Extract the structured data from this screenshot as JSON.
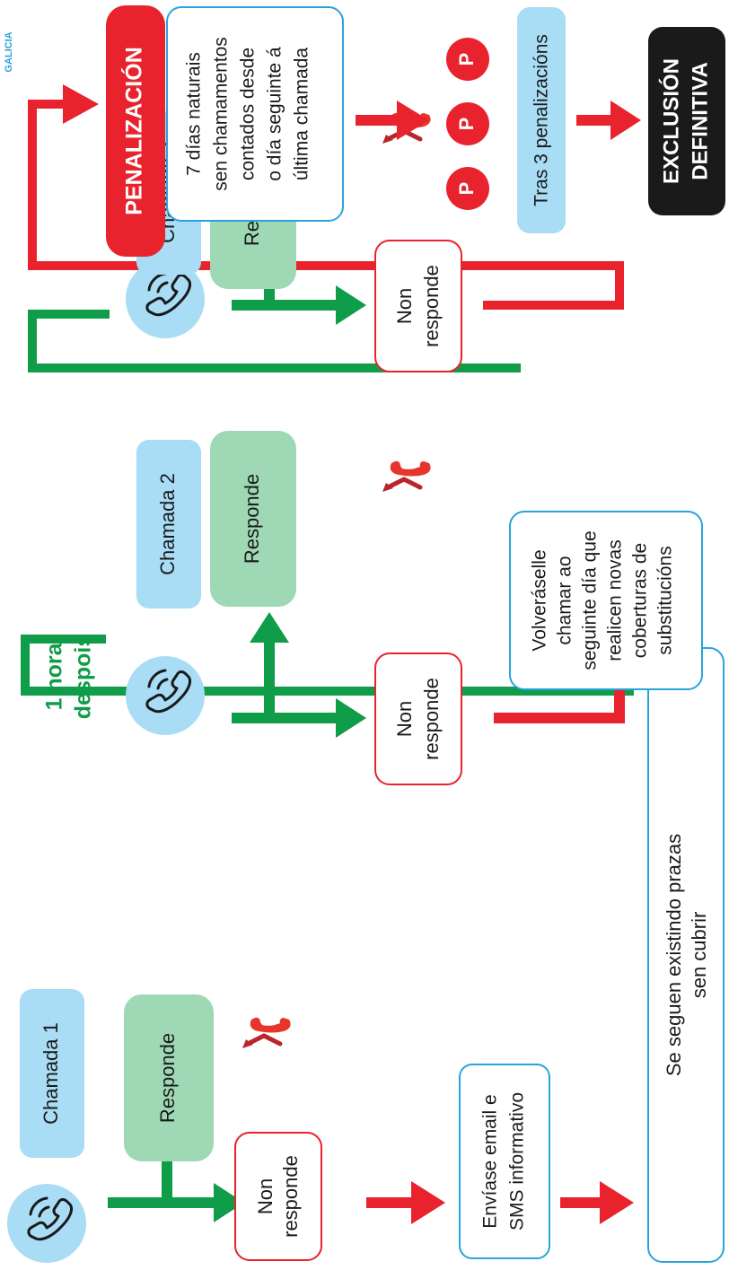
{
  "brand": "GALICIA",
  "colors": {
    "green": "#0f9d4a",
    "red": "#e8232d",
    "light_blue": "#a9dcf5",
    "blue_border": "#2aa3dc",
    "light_green": "#9ed8b4",
    "black": "#1a1a1a",
    "phone_red": "#e8352b",
    "phone_dark_red": "#b8262a"
  },
  "calls": [
    {
      "label": "Chamada 1",
      "answers": "Responde",
      "no_answer": [
        "Non",
        "responde"
      ]
    },
    {
      "label": "Chamada 2",
      "answers": "Responde",
      "no_answer": [
        "Non",
        "responde"
      ]
    },
    {
      "label": "Chamada 3",
      "answers": "Responde",
      "no_answer": [
        "Non",
        "responde"
      ]
    }
  ],
  "email_sms": [
    "Envíase email e",
    "SMS informativo"
  ],
  "still_vacancies": [
    "Se seguen existindo prazas",
    "sen cubrir"
  ],
  "one_hour_later": [
    "1 hora",
    "despois"
  ],
  "call_next_day": [
    "Volveráselle",
    "chamar ao",
    "seguinte día que",
    "realicen novas",
    "coberturas de",
    "substitucións"
  ],
  "penalty": {
    "title": "PENALIZACIÓN",
    "description": [
      "7 días naturais",
      "sen chamamentos",
      "contados desde",
      "o día seguinte á",
      "última chamada"
    ],
    "marker": "P",
    "after_three": "Tras 3 penalizacións",
    "final": [
      "EXCLUSIÓN",
      "DEFINITIVA"
    ]
  },
  "icons": {
    "phone": "phone-icon",
    "missed_call": "missed-call-icon"
  }
}
